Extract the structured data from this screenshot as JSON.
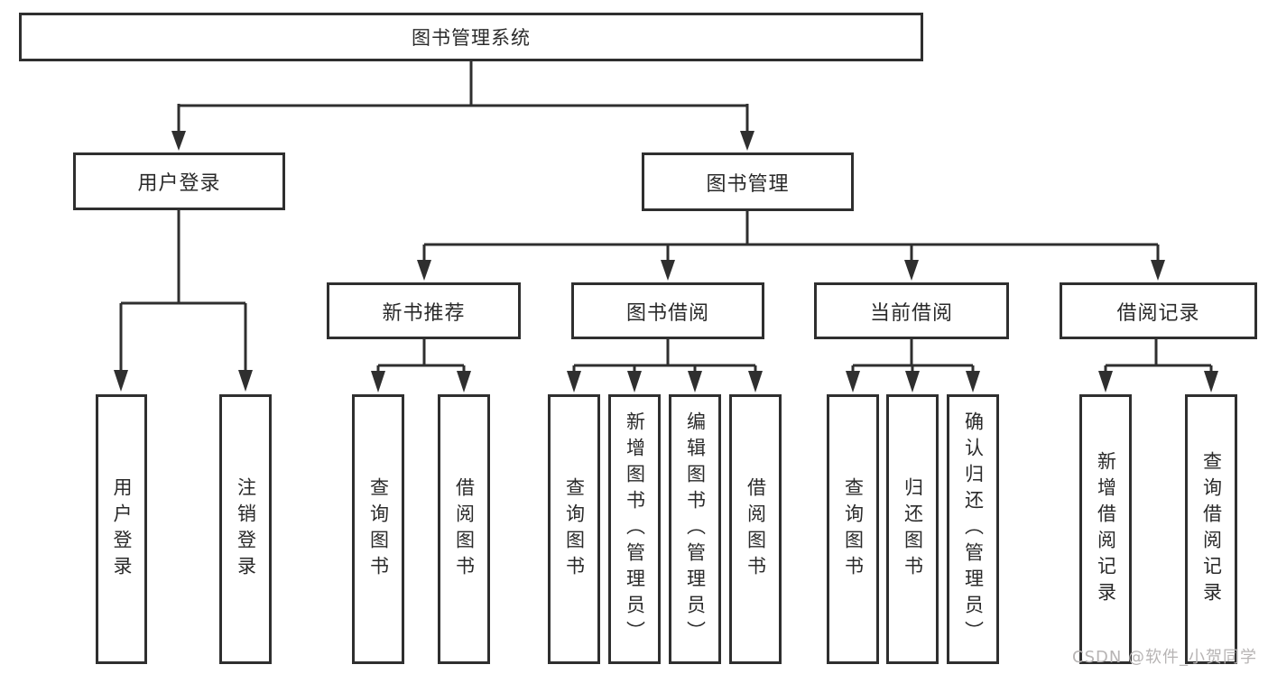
{
  "colors": {
    "line": "#2f2f2f",
    "box_border": "#2f2f2f",
    "text": "#2a2a2a",
    "background": "#ffffff",
    "watermark": "#b7b4b4"
  },
  "diagram": {
    "root": {
      "label": "图书管理系统"
    },
    "level2": [
      {
        "label": "用户登录"
      },
      {
        "label": "图书管理"
      }
    ],
    "level3": [
      {
        "label": "新书推荐"
      },
      {
        "label": "图书借阅"
      },
      {
        "label": "当前借阅"
      },
      {
        "label": "借阅记录"
      }
    ],
    "leaves": {
      "user_login": [
        {
          "label": "用户登录"
        },
        {
          "label": "注销登录"
        }
      ],
      "new_book_recommend": [
        {
          "label": "查询图书"
        },
        {
          "label": "借阅图书"
        }
      ],
      "book_borrow": [
        {
          "label": "查询图书"
        },
        {
          "label": "新增图书（管理员）"
        },
        {
          "label": "编辑图书（管理员）"
        },
        {
          "label": "借阅图书"
        }
      ],
      "current_borrow": [
        {
          "label": "查询图书"
        },
        {
          "label": "归还图书"
        },
        {
          "label": "确认归还（管理员）"
        }
      ],
      "borrow_record": [
        {
          "label": "新增借阅记录"
        },
        {
          "label": "查询借阅记录"
        }
      ]
    }
  },
  "watermark": {
    "text": "CSDN @软件_小贺同学"
  }
}
